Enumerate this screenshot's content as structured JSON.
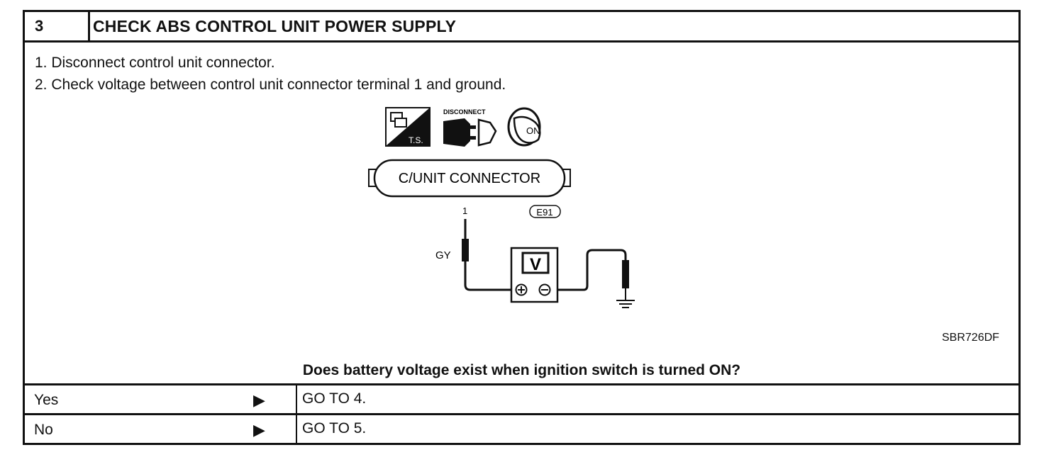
{
  "step": {
    "number": "3",
    "title": "CHECK ABS CONTROL UNIT POWER SUPPLY"
  },
  "instructions": [
    "1.  Disconnect control unit connector.",
    "2.  Check voltage between control unit connector terminal 1 and ground."
  ],
  "figure": {
    "icon_ts_label": "T.S.",
    "icon_disconnect_label": "DISCONNECT",
    "icon_key_label": "ON",
    "connector_label": "C/UNIT CONNECTOR",
    "terminal_label": "1",
    "connector_code": "E91",
    "wire_color": "GY",
    "meter_label": "V",
    "figure_id": "SBR726DF"
  },
  "question": "Does battery voltage exist when ignition switch is turned ON?",
  "answers": [
    {
      "label": "Yes",
      "result": "GO TO 4."
    },
    {
      "label": "No",
      "result": "GO TO 5."
    }
  ]
}
